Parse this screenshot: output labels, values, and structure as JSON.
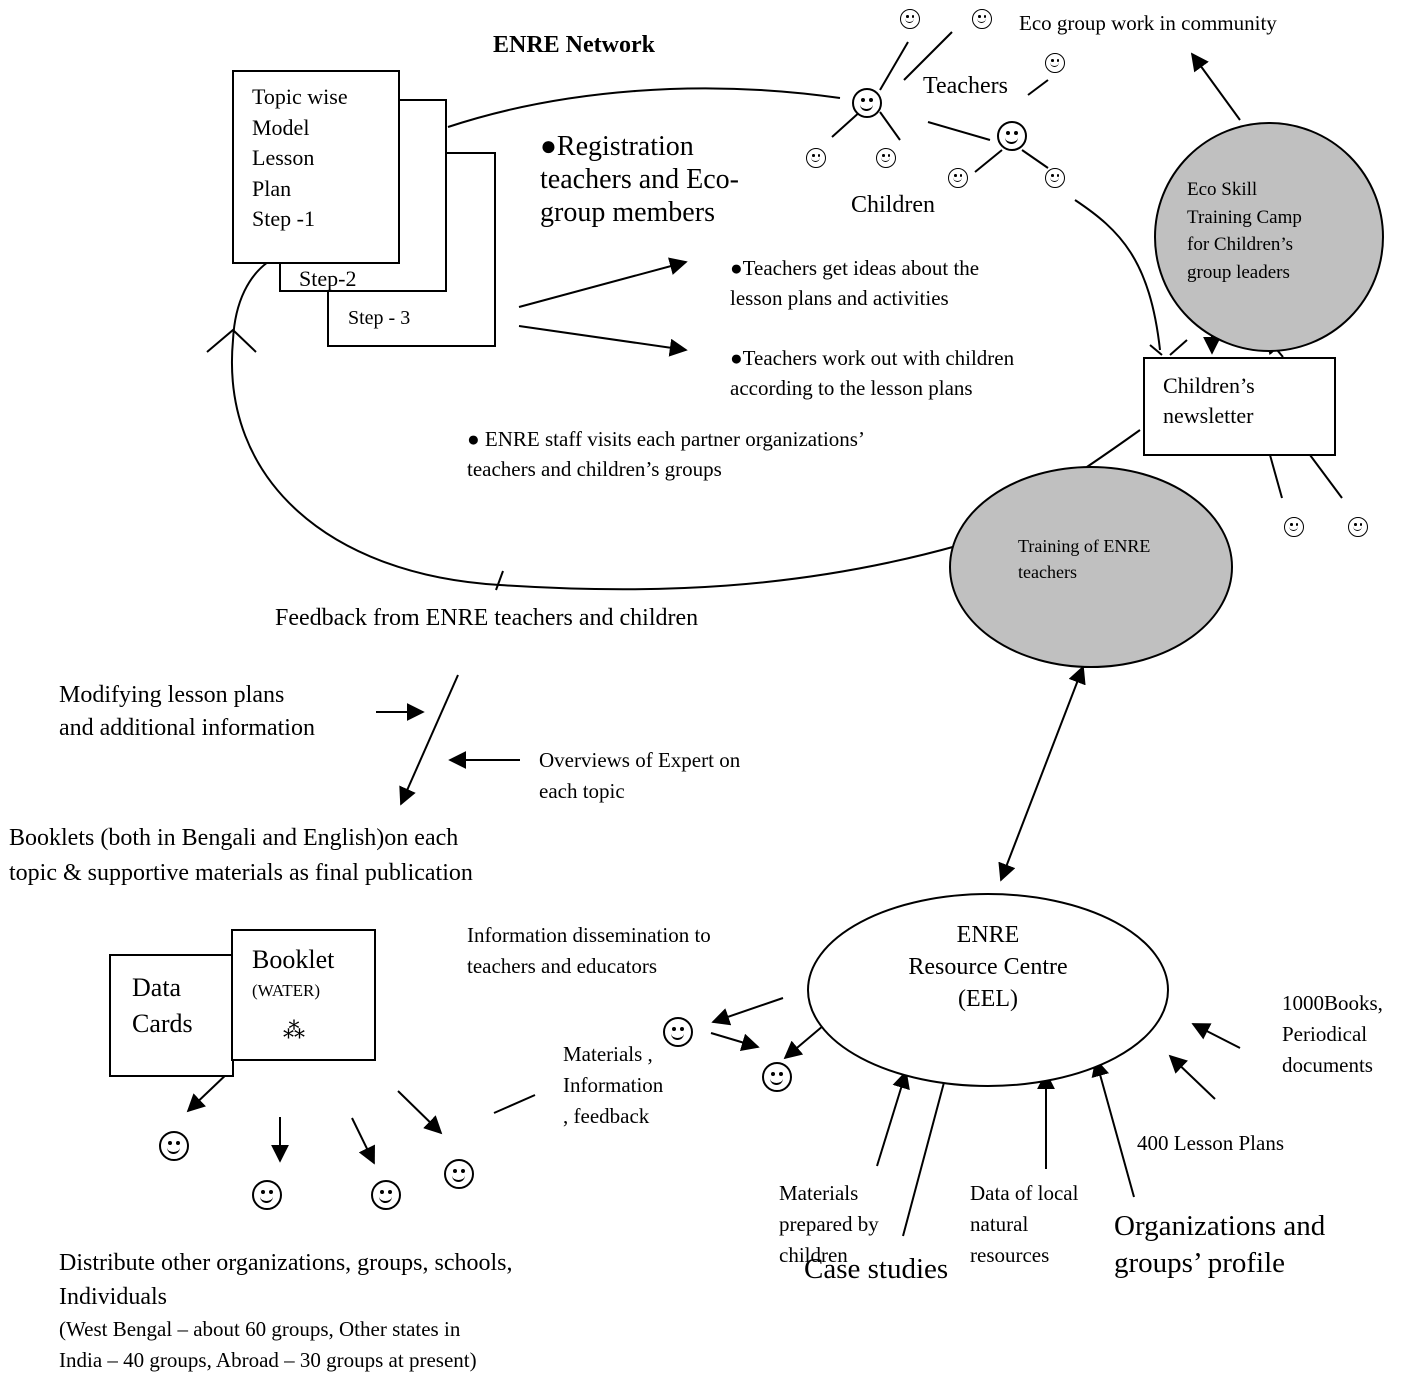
{
  "title": "ENRE Network",
  "lesson_box": {
    "step1_lines": [
      "Topic wise",
      "Model",
      "Lesson",
      "Plan",
      "Step -1"
    ],
    "step2": "Step-2",
    "step3": "Step - 3"
  },
  "teachers_label": "Teachers",
  "children_label": "Children",
  "eco_group_label": "Eco group work in community",
  "registration": [
    "●Registration",
    "teachers and Eco-",
    "group members"
  ],
  "bullet_ideas": [
    "●Teachers get ideas about the",
    "lesson plans and activities"
  ],
  "bullet_workout": [
    "●Teachers work out with children",
    "according to the lesson plans"
  ],
  "bullet_visits": [
    "● ENRE staff visits each partner organizations’",
    "teachers and children’s groups"
  ],
  "eco_camp": [
    "Eco Skill",
    "Training Camp",
    "for Children’s",
    "group leaders"
  ],
  "newsletter": [
    "Children’s",
    "newsletter"
  ],
  "training": [
    "Training of ENRE",
    "teachers"
  ],
  "feedback": "Feedback from ENRE teachers and children",
  "modifying": [
    "Modifying lesson plans",
    "and additional information"
  ],
  "overviews": [
    "Overviews of Expert on",
    "each topic"
  ],
  "booklets": [
    "Booklets (both in Bengali and English)on each",
    "topic & supportive materials as final publication"
  ],
  "resource_centre": [
    "ENRE",
    "Resource Centre",
    "(EEL)"
  ],
  "info_dissemination": [
    "Information dissemination to",
    "teachers and educators"
  ],
  "data_cards": [
    "Data",
    "Cards"
  ],
  "booklet": "Booklet",
  "booklet_sub": "(WATER)",
  "booklet_mark": "⁂",
  "materials_info": [
    "Materials ,",
    "Information",
    ", feedback"
  ],
  "books": [
    "1000Books,",
    "Periodical",
    "documents"
  ],
  "lesson_plans_400": "400 Lesson Plans",
  "materials_children": [
    "Materials",
    "prepared by",
    "children"
  ],
  "data_local": [
    "Data of local",
    "natural",
    "resources"
  ],
  "org_profile": [
    "Organizations and",
    "groups’ profile"
  ],
  "case_studies": "Case studies",
  "distribute": [
    "Distribute other organizations, groups, schools,",
    "Individuals"
  ],
  "distribute_detail": [
    "(West Bengal – about 60 groups, Other states in",
    "India –  40 groups, Abroad – 30 groups at present)"
  ]
}
